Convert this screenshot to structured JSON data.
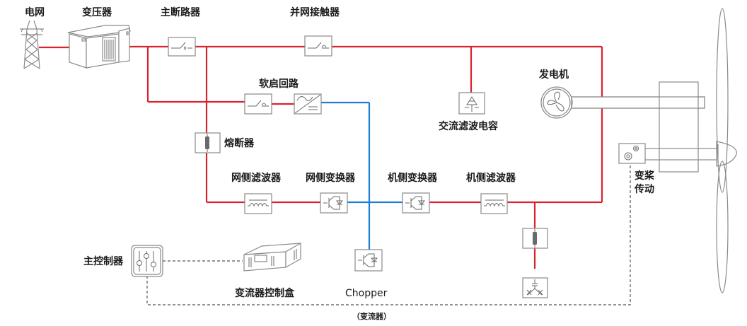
{
  "title": "双馈风力发电系统电气结构示意图",
  "colors": {
    "ac_line": "#d9232e",
    "dc_line": "#1e7bd6",
    "control_line": "#555555",
    "component_stroke": "#8a8a8a"
  },
  "labels": {
    "grid": "电网",
    "transformer": "变压器",
    "main_breaker": "主断路器",
    "grid_contactor": "并网接触器",
    "soft_start": "软启回路",
    "ac_filter_capacitor": "交流滤波电容",
    "generator": "发电机",
    "fuse": "熔断器",
    "grid_side_filter": "网侧滤波器",
    "grid_side_converter": "网侧变换器",
    "machine_side_converter": "机侧变换器",
    "machine_side_filter": "机侧滤波器",
    "pitch_drive_line1": "变桨",
    "pitch_drive_line2": "传动",
    "main_controller": "主控制器",
    "converter_control_box": "变流器控制盒",
    "chopper": "Chopper",
    "converter_group": "（变流器）"
  },
  "legend_icons": {
    "grid": "transmission-tower-icon",
    "transformer": "substation-transformer-icon",
    "breaker": "circuit-breaker-icon",
    "contactor": "contactor-icon",
    "rectifier": "ac-dc-converter-icon",
    "capacitor": "capacitor-icon",
    "generator": "generator-icon",
    "fuse": "fuse-icon",
    "inductor": "inductor-filter-icon",
    "igbt": "igbt-converter-icon",
    "gear": "gear-icon",
    "controller": "slider-controls-icon",
    "control_box": "control-box-icon",
    "crowbar": "crowbar-icon"
  }
}
